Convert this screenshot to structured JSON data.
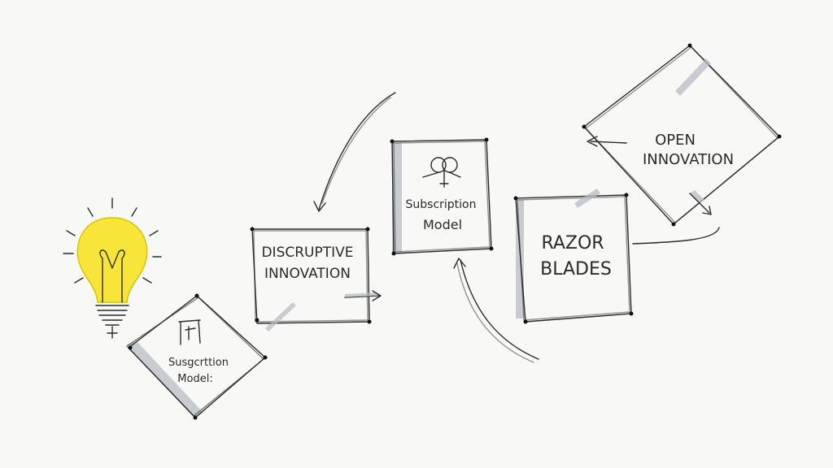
{
  "nodes": {
    "subscription_model_tilted": {
      "line1": "Susgcrttion",
      "line2": "Model:"
    },
    "disruptive_innovation": {
      "line1": "DISCRUPTIVE",
      "line2": "INNOVATION"
    },
    "subscription_model": {
      "line1": "Subscription",
      "line2": "Model"
    },
    "razor_blades": {
      "line1": "RAZOR",
      "line2": "BLADES"
    },
    "open_innovation": {
      "line1": "OPEN",
      "line2": "INNOVATION"
    }
  },
  "colors": {
    "bulb": "#f7e53a",
    "ink": "#2b2b2b",
    "shade": "#b8bcc2",
    "background": "#f8f8f6"
  }
}
